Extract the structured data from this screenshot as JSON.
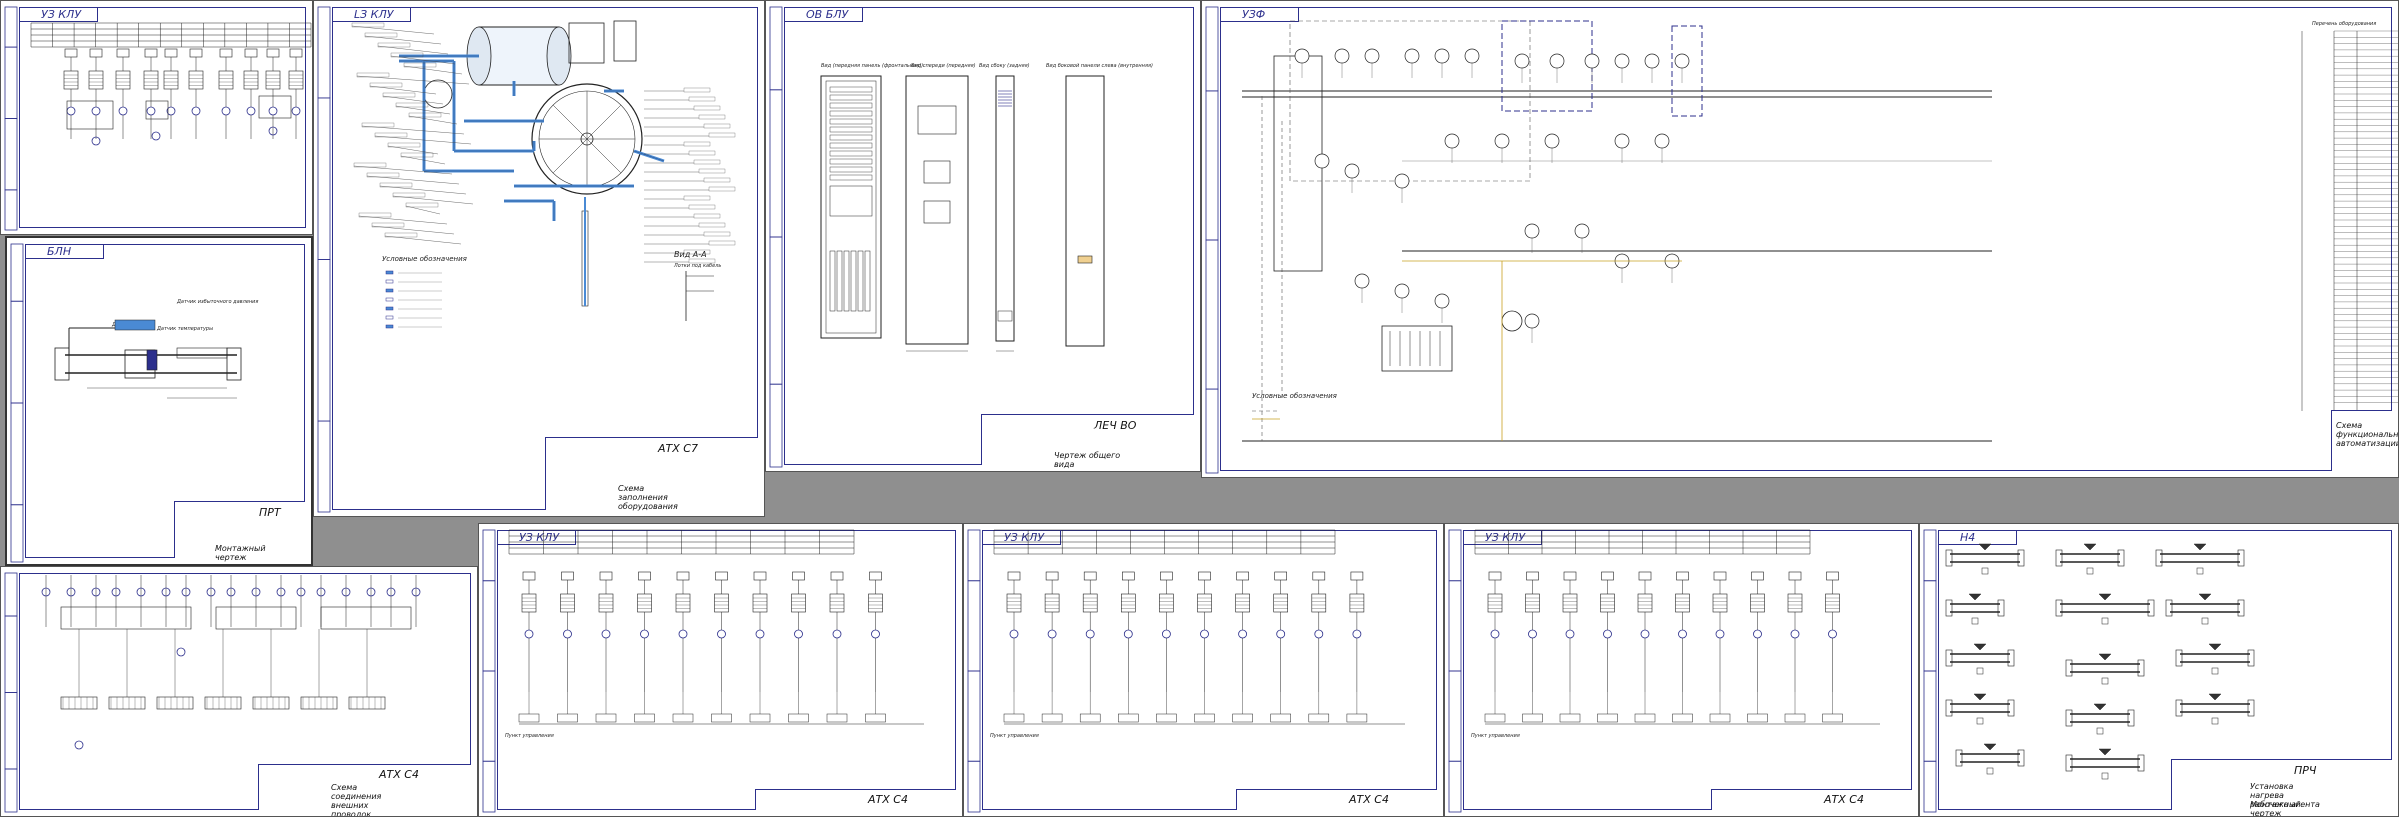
{
  "sheets": {
    "s1": {
      "code": "УЗ КЛУ"
    },
    "s2": {
      "code": "LЗ КЛУ",
      "tb_code": "АТХ С7",
      "tb_title": "Схема заполнения оборудования",
      "legend_title": "Условные обозначения",
      "view_label": "Вид А-А",
      "view_sub": "Лотки под кабель"
    },
    "s3": {
      "code": "ОВ БЛУ",
      "tb_code": "ЛЕЧ ВО",
      "tb_title": "Чертеж общего вида",
      "view1": "Вид (передняя панель (фронтальная))",
      "view2": "Вид спереди (передняя)",
      "view3": "Вид сбоку (задняя)",
      "view4": "Вид боковой панели слева (внутренняя)"
    },
    "s4": {
      "code": "УЗФ",
      "legend_title": "Условные обозначения",
      "tb_title": "Схема функциональная автоматизации",
      "spec_title": "Перечень оборудования"
    },
    "s5": {
      "code": "БЛН",
      "tb_code": "ПРТ",
      "tb_title": "Монтажный чертеж",
      "lbl1": "Датчик избыточного давления",
      "lbl2": "Датчик расхода",
      "lbl3": "Датчик температуры"
    },
    "s6": {
      "tb_code": "АТХ С4",
      "tb_title": "Схема соединения внешних проводок"
    },
    "s7": {
      "code": "УЗ КЛУ",
      "tb_code": "АТХ С4",
      "side_label": "Пункт управления"
    },
    "s8": {
      "code": "УЗ КЛУ",
      "tb_code": "АТХ С4",
      "side_label": "Пункт управления"
    },
    "s9": {
      "code": "УЗ КЛУ",
      "tb_code": "АТХ С4",
      "side_label": "Пункт управления"
    },
    "s10": {
      "code": "Н4",
      "tb_code": "ПРЧ",
      "tb_title": "Установка нагрева рабочего агента",
      "tb_sub": "Монтажный чертеж"
    }
  },
  "colors": {
    "ink": "#2c2f8c",
    "pipe": "#4a8ad4",
    "background": "#8f8f8f"
  }
}
